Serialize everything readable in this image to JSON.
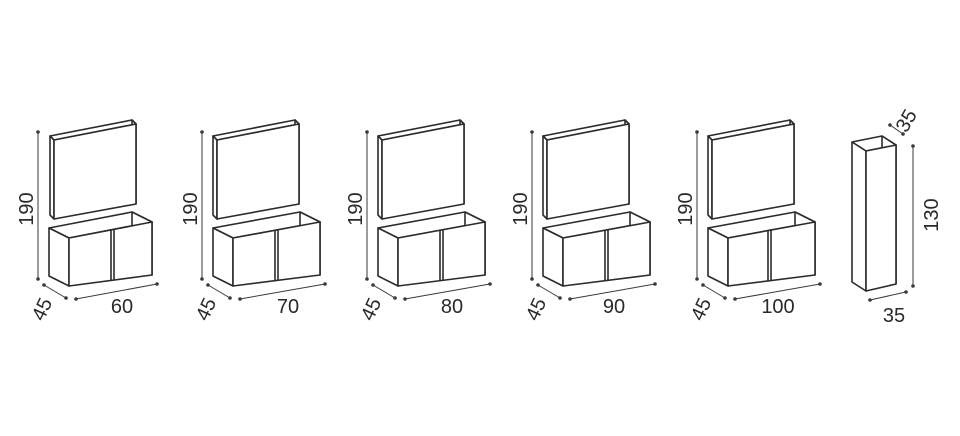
{
  "colors": {
    "line": "#2b2b2b",
    "background": "#ffffff"
  },
  "units": [
    {
      "height": "190",
      "depth": "45",
      "width": "60"
    },
    {
      "height": "190",
      "depth": "45",
      "width": "70"
    },
    {
      "height": "190",
      "depth": "45",
      "width": "80"
    },
    {
      "height": "190",
      "depth": "45",
      "width": "90"
    },
    {
      "height": "190",
      "depth": "45",
      "width": "100"
    }
  ],
  "column": {
    "height": "130",
    "depth": "35",
    "width": "35"
  }
}
